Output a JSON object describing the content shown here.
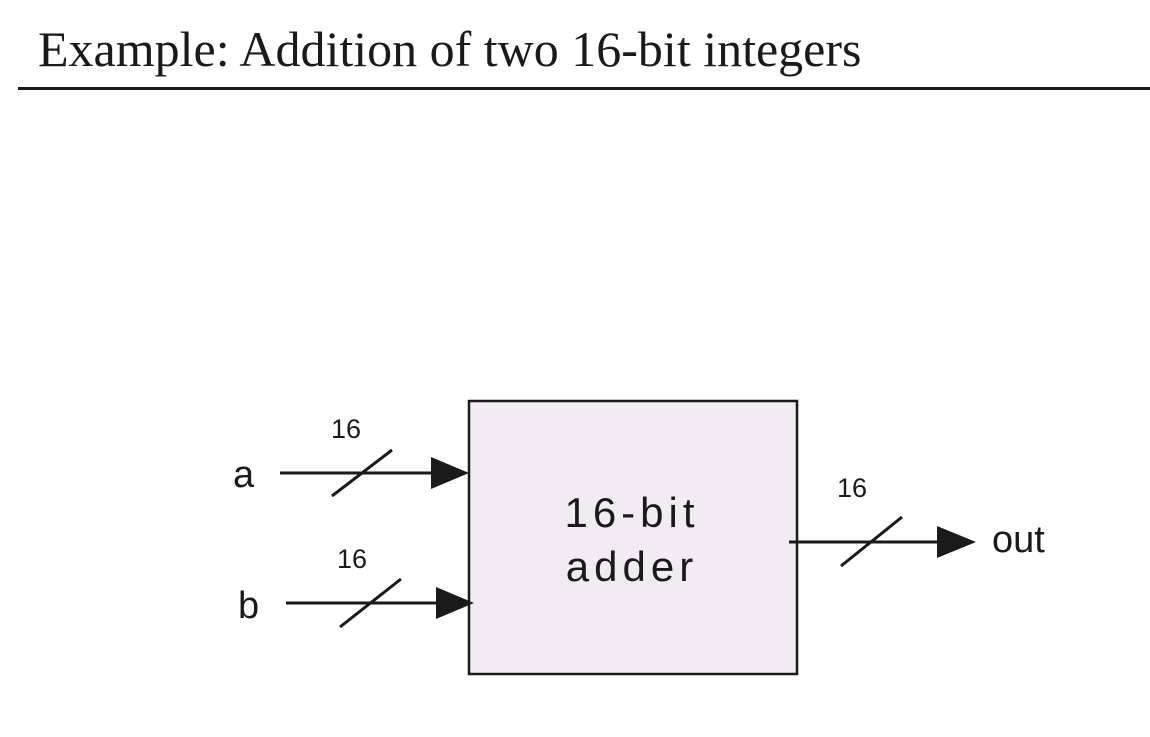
{
  "slide": {
    "title": "Example: Addition of two 16-bit integers"
  },
  "diagram": {
    "block": {
      "label_line1": "16-bit",
      "label_line2": "adder",
      "fill": "#f3ebf3"
    },
    "inputs": [
      {
        "name": "a",
        "bus_width": "16"
      },
      {
        "name": "b",
        "bus_width": "16"
      }
    ],
    "output": {
      "name": "out",
      "bus_width": "16"
    }
  }
}
